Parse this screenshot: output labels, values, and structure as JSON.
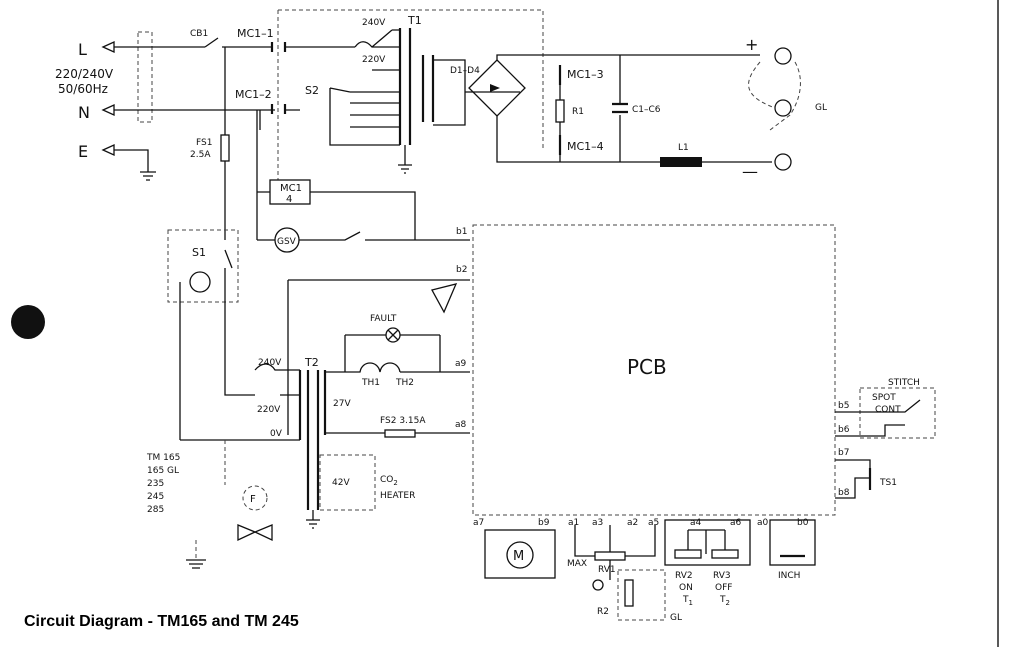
{
  "title": "Circuit Diagram - TM165 and TM 245",
  "mains": {
    "L": "L",
    "N": "N",
    "E": "E",
    "voltage": "220/240V",
    "freq": "50/60Hz"
  },
  "components": {
    "cb1": "CB1",
    "mc1_1": "MC1–1",
    "mc1_2": "MC1–2",
    "t1": "T1",
    "v240a": "240V",
    "v220a": "220V",
    "s2": "S2",
    "d1d4": "D1–D4",
    "mc1_3": "MC1–3",
    "mc1_4": "MC1–4",
    "r1": "R1",
    "c1": "C1–C6",
    "l1": "L1",
    "plus": "+",
    "minus": "—",
    "gl": "GL",
    "fs1": "FS1",
    "fs1v": "2.5A",
    "mc1": "MC1",
    "mc1n": "4",
    "gsv": "GSV",
    "s1": "S1",
    "t2": "T2",
    "v240b": "240V",
    "v220b": "220V",
    "v0": "0V",
    "v27": "27V",
    "fault": "FAULT",
    "th1": "TH1",
    "th2": "TH2",
    "fs2": "FS2  3.15A",
    "v42": "42V",
    "co2": "CO",
    "co2sub": "2",
    "heater": "HEATER",
    "pcb": "PCB",
    "stitch": "STITCH",
    "spot": "SPOT",
    "cont": "CONT",
    "ts1": "TS1",
    "rv1": "RV1",
    "max": "MAX",
    "r2": "R2",
    "gl2": "GL",
    "rv2": "RV2",
    "on": "ON",
    "t1s": "T",
    "t1sub": "1",
    "rv3": "RV3",
    "off": "OFF",
    "t2s": "T",
    "t2sub": "2",
    "inch": "INCH",
    "motor": "M",
    "fan": "F"
  },
  "terminals": {
    "b1": "b1",
    "b2": "b2",
    "a9": "a9",
    "a8": "a8",
    "b5": "b5",
    "b6": "b6",
    "b7": "b7",
    "b8": "b8",
    "a7": "a7",
    "b9": "b9",
    "a1": "a1",
    "a3": "a3",
    "a2": "a2",
    "a5": "a5",
    "a4": "a4",
    "a6": "a6",
    "a0": "a0",
    "b0": "b0"
  },
  "models": [
    "TM   165",
    "165  GL",
    "235",
    "245",
    "285"
  ]
}
